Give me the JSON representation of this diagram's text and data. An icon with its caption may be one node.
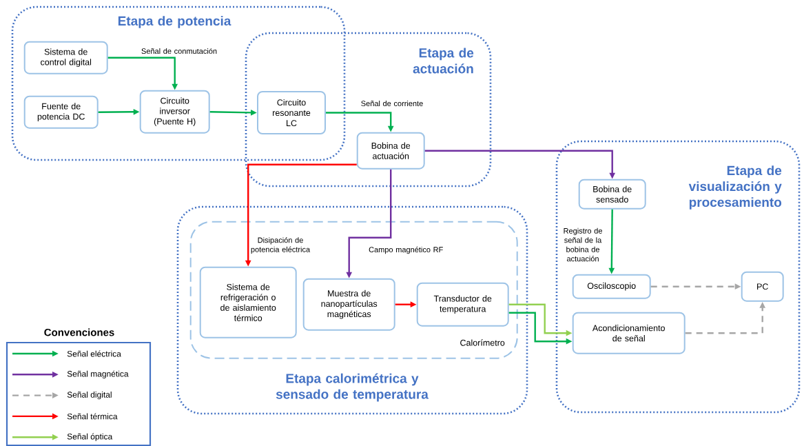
{
  "diagram": {
    "nodes": [
      {
        "text": [
          "Etapa de potencia"
        ]
      },
      {
        "text": [
          "Etapa de actuación"
        ]
      },
      {
        "text": [
          "Etapa calorimétrica y sensado de temperatura"
        ]
      },
      {
        "text": [
          "Etapa de visualización y procesamiento"
        ]
      },
      {
        "text": [
          "Calorímetro"
        ],
        "in": 2
      },
      {
        "text": [
          "Sistema de control digital"
        ],
        "in": 0
      },
      {
        "text": [
          "Fuente de potencia DC"
        ],
        "in": 0
      },
      {
        "text": [
          "Circuito inversor (Puente H)"
        ],
        "in": 0
      },
      {
        "text": [
          "Circuito resonante LC"
        ]
      },
      {
        "text": [
          "Bobina de actuación"
        ],
        "in": 1
      },
      {
        "text": [
          "Sistema de refrigeración o de aislamiento térmico"
        ],
        "in": 4
      },
      {
        "text": [
          "Muestra de nanopartículas magnéticas"
        ],
        "in": 4
      },
      {
        "text": [
          "Transductor de temperatura"
        ],
        "in": 4
      },
      {
        "text": [
          "Bobina de sensado"
        ],
        "in": 3
      },
      {
        "text": [
          "Osciloscopio"
        ],
        "in": 3
      },
      {
        "text": [
          "Acondicionamiento de señal"
        ],
        "in": 3
      },
      {
        "text": [
          "PC"
        ],
        "in": 3
      }
    ],
    "edges": [
      {
        "from": 5,
        "to": 7,
        "arrow": "to",
        "label": "Señal de conmutación"
      },
      {
        "from": 6,
        "to": 7,
        "arrow": "to"
      },
      {
        "from": 7,
        "to": 8,
        "arrow": "to"
      },
      {
        "from": 8,
        "to": 9,
        "arrow": "to",
        "label": "Señal de corriente"
      },
      {
        "from": 9,
        "to": 10,
        "arrow": "to",
        "label": "Disipación de potencia eléctrica",
        "color": "#ff0000"
      },
      {
        "from": 9,
        "to": 11,
        "arrow": "to",
        "label": "Campo magnético RF",
        "color": "#7030a0"
      },
      {
        "from": 9,
        "to": 13,
        "arrow": "to",
        "color": "#7030a0"
      },
      {
        "from": 11,
        "to": 12,
        "arrow": "to",
        "color": "#ff0000"
      },
      {
        "from": 12,
        "to": 15,
        "arrow": "to",
        "color": "#92d050"
      },
      {
        "from": 12,
        "to": 15,
        "arrow": "to"
      },
      {
        "from": 13,
        "to": 14,
        "arrow": "to",
        "label": "Registro de señal de la bobina de actuación"
      },
      {
        "from": 14,
        "to": 16,
        "arrow": "to",
        "style": "dashed",
        "color": "#a6a6a6"
      },
      {
        "from": 15,
        "to": 16,
        "arrow": "to",
        "style": "dashed",
        "color": "#a6a6a6"
      }
    ],
    "labels": [
      "Convenciones"
    ],
    "legend": [
      {
        "text": "Señal eléctrica"
      },
      {
        "text": "Señal magnética"
      },
      {
        "text": "Señal digital"
      },
      {
        "text": "Señal térmica"
      },
      {
        "text": "Señal óptica"
      }
    ]
  }
}
